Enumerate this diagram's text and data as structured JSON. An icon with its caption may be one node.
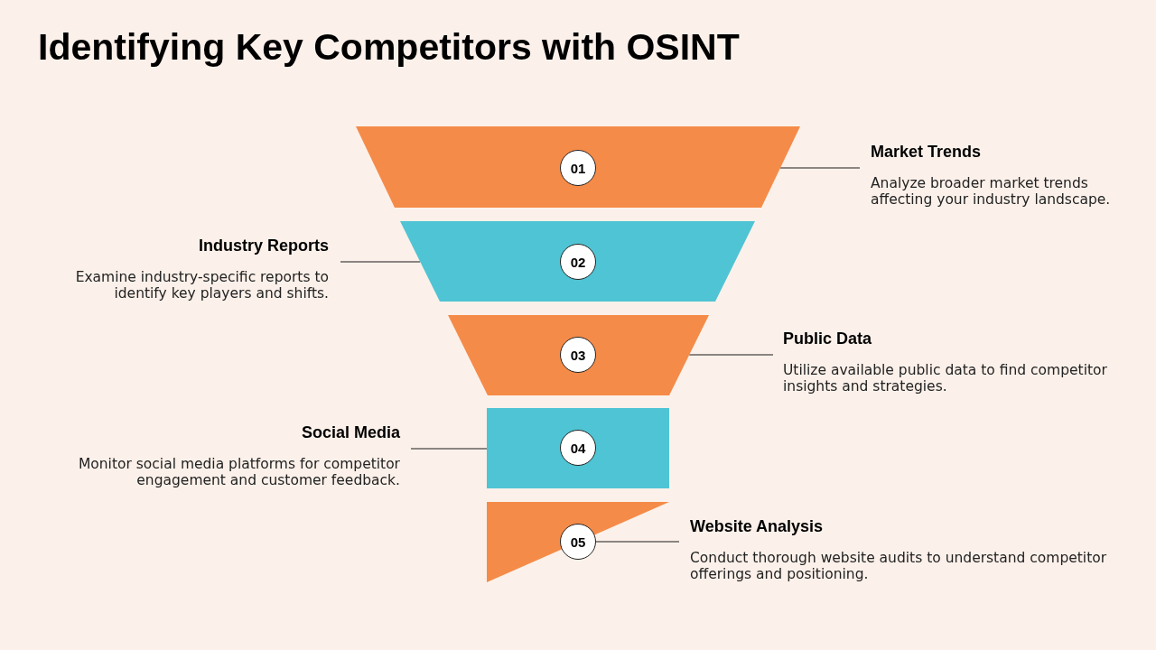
{
  "diagram": {
    "title": "Identifying Key Competitors with OSINT",
    "nodes": [
      {
        "text": [],
        "shape": "trapezoid"
      },
      {
        "text": [
          "01"
        ],
        "in": 0
      },
      {
        "text": [
          "Market Trends",
          "Analyze broader market trends affecting your industry landscape."
        ]
      },
      {
        "text": [],
        "shape": "trapezoid"
      },
      {
        "text": [
          "02"
        ],
        "in": 3
      },
      {
        "text": [
          "Industry Reports",
          "Examine industry-specific reports to identify key players and shifts."
        ]
      },
      {
        "text": [],
        "shape": "trapezoid"
      },
      {
        "text": [
          "03"
        ],
        "in": 6
      },
      {
        "text": [
          "Public Data",
          "Utilize available public data to find competitor insights and strategies."
        ]
      },
      {
        "text": [],
        "shape": "box"
      },
      {
        "text": [
          "04"
        ],
        "in": 9
      },
      {
        "text": [
          "Social Media",
          "Monitor social media platforms for competitor engagement and customer feedback."
        ]
      },
      {
        "text": [],
        "shape": "triangle"
      },
      {
        "text": [
          "05"
        ],
        "in": 12
      },
      {
        "text": [
          "Website Analysis",
          "Conduct thorough website audits to understand competitor offerings and positioning."
        ]
      }
    ],
    "edges": [
      {
        "from": 2,
        "to": 0,
        "arrow": "none"
      },
      {
        "from": 5,
        "to": 3,
        "arrow": "none"
      },
      {
        "from": 8,
        "to": 6,
        "arrow": "none"
      },
      {
        "from": 11,
        "to": 9,
        "arrow": "none"
      },
      {
        "from": 14,
        "to": 13,
        "arrow": "none"
      }
    ]
  }
}
